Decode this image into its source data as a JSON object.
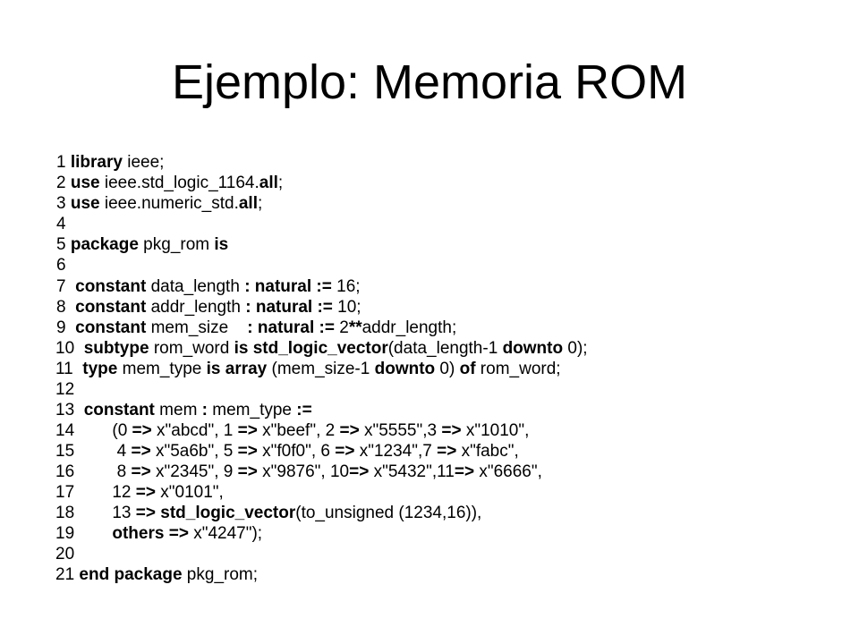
{
  "slide": {
    "title": "Ejemplo: Memoria ROM"
  },
  "code": {
    "lines": [
      [
        {
          "t": "1 "
        },
        {
          "t": "library",
          "b": true
        },
        {
          "t": " ieee;"
        }
      ],
      [
        {
          "t": "2 "
        },
        {
          "t": "use",
          "b": true
        },
        {
          "t": " ieee.std_logic_1164."
        },
        {
          "t": "all",
          "b": true
        },
        {
          "t": ";"
        }
      ],
      [
        {
          "t": "3 "
        },
        {
          "t": "use",
          "b": true
        },
        {
          "t": " ieee.numeric_std."
        },
        {
          "t": "all",
          "b": true
        },
        {
          "t": ";"
        }
      ],
      [
        {
          "t": "4"
        }
      ],
      [
        {
          "t": "5 "
        },
        {
          "t": "package",
          "b": true
        },
        {
          "t": " pkg_rom "
        },
        {
          "t": "is",
          "b": true
        }
      ],
      [
        {
          "t": "6"
        }
      ],
      [
        {
          "t": "7  "
        },
        {
          "t": "constant",
          "b": true
        },
        {
          "t": " data_length "
        },
        {
          "t": ": natural :=",
          "b": true
        },
        {
          "t": " 16;"
        }
      ],
      [
        {
          "t": "8  "
        },
        {
          "t": "constant",
          "b": true
        },
        {
          "t": " addr_length "
        },
        {
          "t": ": natural :=",
          "b": true
        },
        {
          "t": " 10;"
        }
      ],
      [
        {
          "t": "9  "
        },
        {
          "t": "constant",
          "b": true
        },
        {
          "t": " mem_size    "
        },
        {
          "t": ": natural :=",
          "b": true
        },
        {
          "t": " 2"
        },
        {
          "t": "**",
          "b": true
        },
        {
          "t": "addr_length;"
        }
      ],
      [
        {
          "t": "10  "
        },
        {
          "t": "subtype",
          "b": true
        },
        {
          "t": " rom_word "
        },
        {
          "t": "is",
          "b": true
        },
        {
          "t": " "
        },
        {
          "t": "std_logic_vector",
          "b": true
        },
        {
          "t": "(data_length-1 "
        },
        {
          "t": "downto",
          "b": true
        },
        {
          "t": " 0);"
        }
      ],
      [
        {
          "t": "11  "
        },
        {
          "t": "type",
          "b": true
        },
        {
          "t": " mem_type "
        },
        {
          "t": "is array",
          "b": true
        },
        {
          "t": " (mem_size-1 "
        },
        {
          "t": "downto",
          "b": true
        },
        {
          "t": " 0) "
        },
        {
          "t": "of",
          "b": true
        },
        {
          "t": " rom_word;"
        }
      ],
      [
        {
          "t": "12"
        }
      ],
      [
        {
          "t": "13  "
        },
        {
          "t": "constant",
          "b": true
        },
        {
          "t": " mem "
        },
        {
          "t": ":",
          "b": true
        },
        {
          "t": " mem_type "
        },
        {
          "t": ":=",
          "b": true
        }
      ],
      [
        {
          "t": "14        (0 "
        },
        {
          "t": "=>",
          "b": true
        },
        {
          "t": " x\"abcd\", 1 "
        },
        {
          "t": "=>",
          "b": true
        },
        {
          "t": " x\"beef\", 2 "
        },
        {
          "t": "=>",
          "b": true
        },
        {
          "t": " x\"5555\",3 "
        },
        {
          "t": "=>",
          "b": true
        },
        {
          "t": " x\"1010\","
        }
      ],
      [
        {
          "t": "15         4 "
        },
        {
          "t": "=>",
          "b": true
        },
        {
          "t": " x\"5a6b\", 5 "
        },
        {
          "t": "=>",
          "b": true
        },
        {
          "t": " x\"f0f0\", 6 "
        },
        {
          "t": "=>",
          "b": true
        },
        {
          "t": " x\"1234\",7 "
        },
        {
          "t": "=>",
          "b": true
        },
        {
          "t": " x\"fabc\","
        }
      ],
      [
        {
          "t": "16         8 "
        },
        {
          "t": "=>",
          "b": true
        },
        {
          "t": " x\"2345\", 9 "
        },
        {
          "t": "=>",
          "b": true
        },
        {
          "t": " x\"9876\", 10"
        },
        {
          "t": "=>",
          "b": true
        },
        {
          "t": " x\"5432\",11"
        },
        {
          "t": "=>",
          "b": true
        },
        {
          "t": " x\"6666\","
        }
      ],
      [
        {
          "t": "17        12 "
        },
        {
          "t": "=>",
          "b": true
        },
        {
          "t": " x\"0101\","
        }
      ],
      [
        {
          "t": "18        13 "
        },
        {
          "t": "=> std_logic_vector",
          "b": true
        },
        {
          "t": "(to_unsigned (1234,16)),"
        }
      ],
      [
        {
          "t": "19        "
        },
        {
          "t": "others =>",
          "b": true
        },
        {
          "t": " x\"4247\");"
        }
      ],
      [
        {
          "t": "20"
        }
      ],
      [
        {
          "t": "21 "
        },
        {
          "t": "end package",
          "b": true
        },
        {
          "t": " pkg_rom;"
        }
      ]
    ]
  }
}
